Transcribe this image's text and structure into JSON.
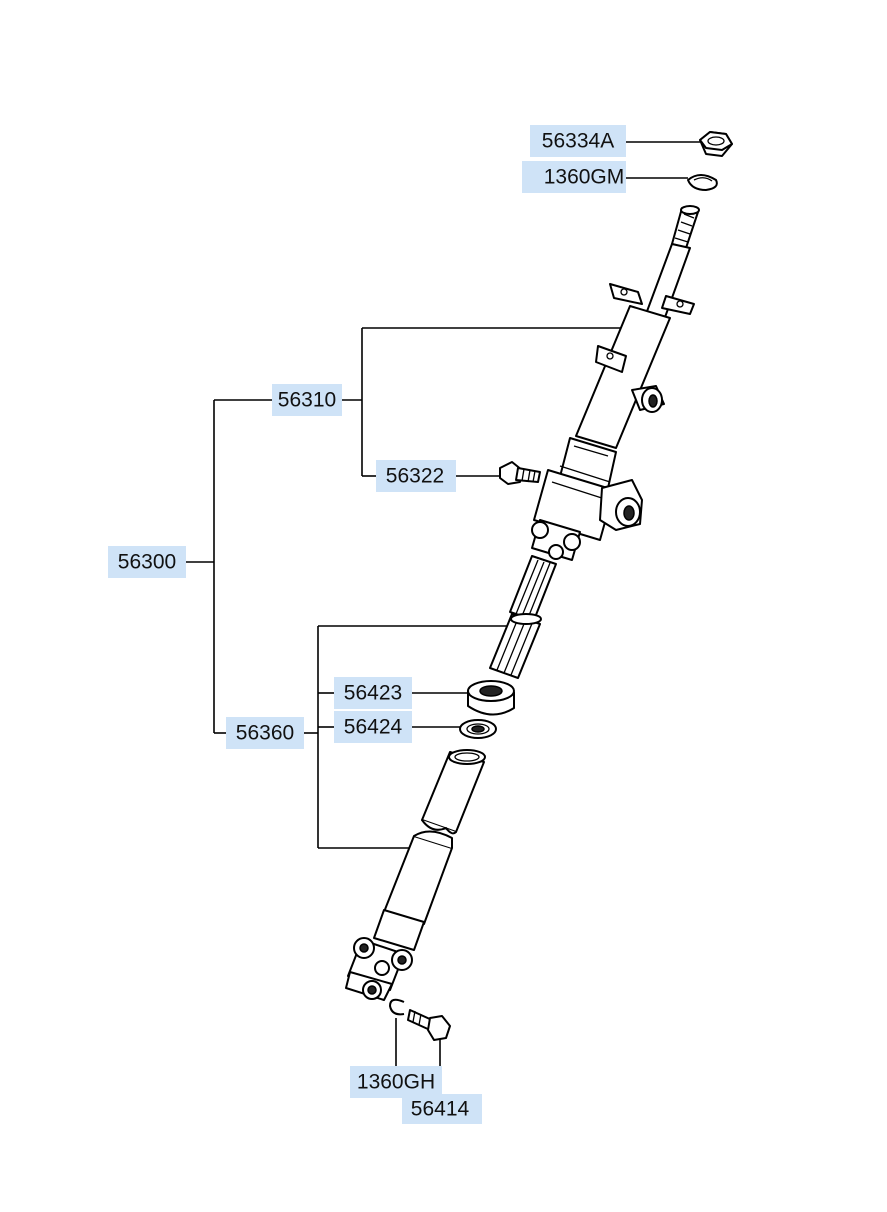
{
  "labels": {
    "p56334A": "56334A",
    "p1360GM": "1360GM",
    "p56310": "56310",
    "p56322": "56322",
    "p56300": "56300",
    "p56423": "56423",
    "p56424": "56424",
    "p56360": "56360",
    "p1360GH": "1360GH",
    "p56414": "56414"
  },
  "colors": {
    "label_background": "#cfe3f7",
    "line": "#000000"
  }
}
